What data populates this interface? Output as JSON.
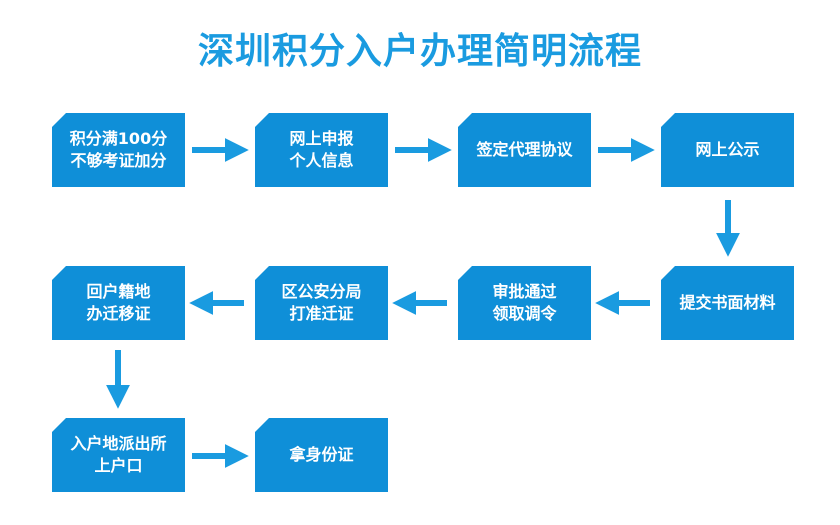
{
  "title": "深圳积分入户办理简明流程",
  "colors": {
    "title": "#1a9be0",
    "box": "#0f8fd8",
    "arrow": "#1a9be0"
  },
  "steps": [
    {
      "id": "s1",
      "label": "积分满100分\n不够考证加分"
    },
    {
      "id": "s2",
      "label": "网上申报\n个人信息"
    },
    {
      "id": "s3",
      "label": "签定代理协议"
    },
    {
      "id": "s4",
      "label": "网上公示"
    },
    {
      "id": "s5",
      "label": "提交书面材料"
    },
    {
      "id": "s6",
      "label": "审批通过\n领取调令"
    },
    {
      "id": "s7",
      "label": "区公安分局\n打准迁证"
    },
    {
      "id": "s8",
      "label": "回户籍地\n办迁移证"
    },
    {
      "id": "s9",
      "label": "入户地派出所\n上户口"
    },
    {
      "id": "s10",
      "label": "拿身份证"
    }
  ]
}
